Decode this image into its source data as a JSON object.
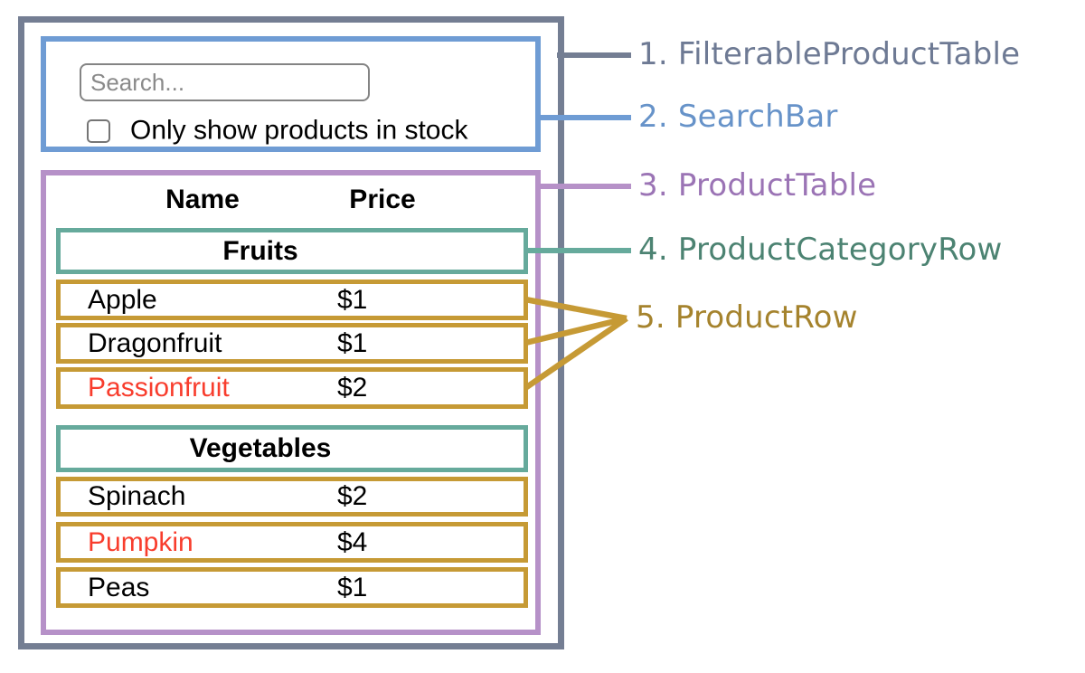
{
  "annotations": {
    "labels": [
      {
        "text": "1. FilterableProductTable",
        "color": "#6E7A94"
      },
      {
        "text": "2. SearchBar",
        "color": "#6793C9"
      },
      {
        "text": "3. ProductTable",
        "color": "#9B74B5"
      },
      {
        "text": "4. ProductCategoryRow",
        "color": "#4C8372"
      },
      {
        "text": "5. ProductRow",
        "color": "#A5832D"
      }
    ]
  },
  "search_bar": {
    "input_placeholder": "Search...",
    "input_value": "",
    "checkbox_checked": false,
    "checkbox_label": "Only show products in stock"
  },
  "product_table": {
    "headers": {
      "name": "Name",
      "price": "Price"
    },
    "sections": [
      {
        "category": "Fruits",
        "rows": [
          {
            "name": "Apple",
            "price": "$1",
            "name_color": "#000000"
          },
          {
            "name": "Dragonfruit",
            "price": "$1",
            "name_color": "#000000"
          },
          {
            "name": "Passionfruit",
            "price": "$2",
            "name_color": "#F83D2D"
          }
        ]
      },
      {
        "category": "Vegetables",
        "rows": [
          {
            "name": "Spinach",
            "price": "$2",
            "name_color": "#000000"
          },
          {
            "name": "Pumpkin",
            "price": "$4",
            "name_color": "#F83D2D"
          },
          {
            "name": "Peas",
            "price": "$1",
            "name_color": "#000000"
          }
        ]
      }
    ]
  },
  "colors": {
    "filterable_product_table_border": "#747E93",
    "search_bar_border": "#6F9CD4",
    "product_table_border": "#B691C8",
    "product_category_row_border": "#66AA9C",
    "product_row_border": "#C69A35",
    "out_of_stock_text": "#F83D2D",
    "input_border": "#848484",
    "placeholder_text": "#8A8A8A"
  }
}
